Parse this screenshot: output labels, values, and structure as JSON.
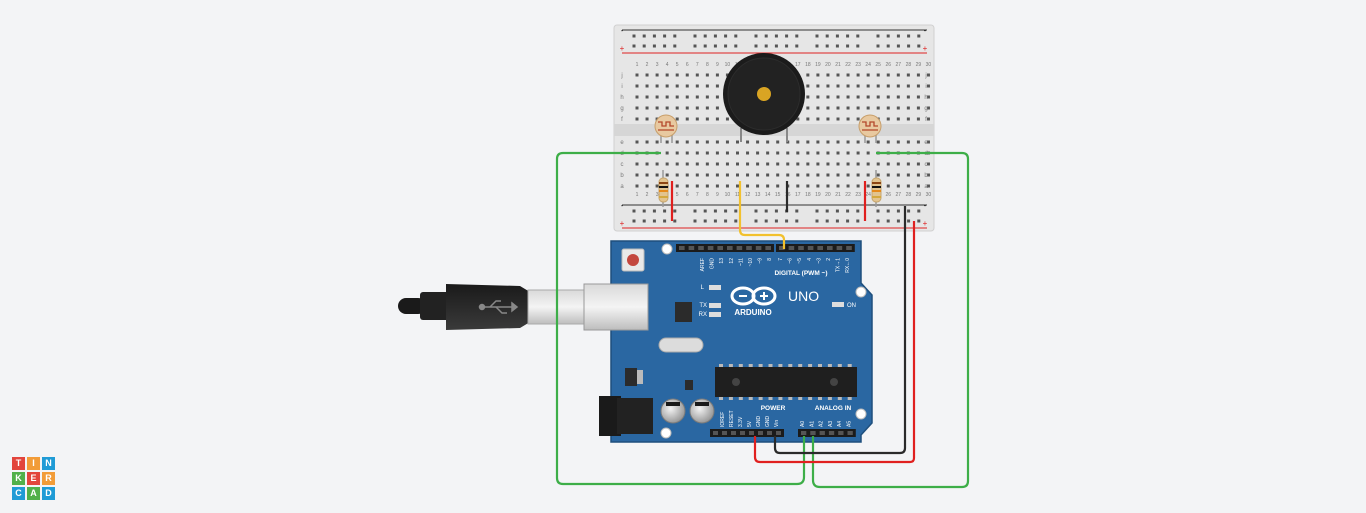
{
  "breadboard": {
    "columns": [
      "1",
      "2",
      "3",
      "4",
      "5",
      "6",
      "7",
      "8",
      "9",
      "10",
      "11",
      "12",
      "13",
      "14",
      "15",
      "16",
      "17",
      "18",
      "19",
      "20",
      "21",
      "22",
      "23",
      "24",
      "25",
      "26",
      "27",
      "28",
      "29",
      "30"
    ],
    "rows_top": [
      "j",
      "i",
      "h",
      "g",
      "f"
    ],
    "rows_bottom": [
      "e",
      "d",
      "c",
      "b",
      "a"
    ],
    "rail_minus": "-",
    "rail_plus": "+"
  },
  "arduino": {
    "logo_text": "ARDUINO",
    "model": "UNO",
    "digital_header": "DIGITAL (PWM ~)",
    "digital_pins": [
      "AREF",
      "GND",
      "13",
      "12",
      "~11",
      "~10",
      "~9",
      "8",
      "7",
      "~6",
      "~5",
      "4",
      "~3",
      "2",
      "TX→1",
      "RX←0"
    ],
    "power_header": "POWER",
    "power_pins": [
      "IOREF",
      "RESET",
      "3.3V",
      "5V",
      "GND",
      "GND",
      "Vin"
    ],
    "analog_header": "ANALOG IN",
    "analog_pins": [
      "A0",
      "A1",
      "A2",
      "A3",
      "A4",
      "A5"
    ],
    "led_l": "L",
    "led_tx": "TX",
    "led_rx": "RX",
    "led_on": "ON"
  },
  "logo": {
    "letters": [
      "T",
      "I",
      "N",
      "K",
      "E",
      "R",
      "C",
      "A",
      "D"
    ],
    "colors": [
      "#e2453c",
      "#f29c38",
      "#1f9bd6",
      "#51b04a",
      "#e2453c",
      "#f29c38",
      "#1f9bd6",
      "#51b04a",
      "#1f9bd6"
    ]
  },
  "wire_colors": {
    "green": "#3dae48",
    "red": "#e0201f",
    "black": "#2a2a2a",
    "yellow": "#f2c12e"
  }
}
